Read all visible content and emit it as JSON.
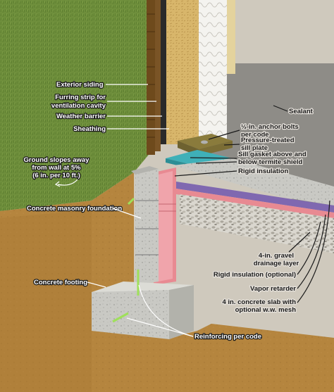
{
  "labels": {
    "exterior_siding": "Exterior siding",
    "furring_strip_1": "Furring strip for",
    "furring_strip_2": "ventilation cavity",
    "weather_barrier": "Weather barrier",
    "sheathing": "Sheathing",
    "sealant": "Sealant",
    "anchor_bolts_1": "½-in. anchor bolts",
    "anchor_bolts_2": "per code",
    "sill_plate_1": "Pressure-treated",
    "sill_plate_2": "sill plate",
    "sill_gasket_1": "Sill gasket above and",
    "sill_gasket_2": "below termite shield",
    "rigid_insulation": "Rigid insulation",
    "ground_slope_1": "Ground slopes away",
    "ground_slope_2": "from wall at 5%",
    "ground_slope_3": "(6 in. per 10 ft.)",
    "masonry_foundation": "Concrete masonry foundation",
    "gravel_1": "4-in. gravel",
    "gravel_2": "drainage layer",
    "rigid_insulation_optional": "Rigid insulation (optional)",
    "vapor_retarder": "Vapor retarder",
    "slab_1": "4 in. concrete slab with",
    "slab_2": "optional w.w. mesh",
    "concrete_footing": "Concrete footing",
    "reinforcing": "Reinforcing per code"
  },
  "colors": {
    "grass": "#6f8f3c",
    "soil": "#b5853e",
    "concrete": "#c9c9c4",
    "rigid_insulation": "#e88a92",
    "vapor_retarder": "#7f68b0",
    "sill_gasket": "#3fb0b8",
    "sheathing": "#d8b66b",
    "exterior_siding": "#6e4a1c",
    "floor": "#8e8c87",
    "reinforcing": "#9fe05a"
  }
}
